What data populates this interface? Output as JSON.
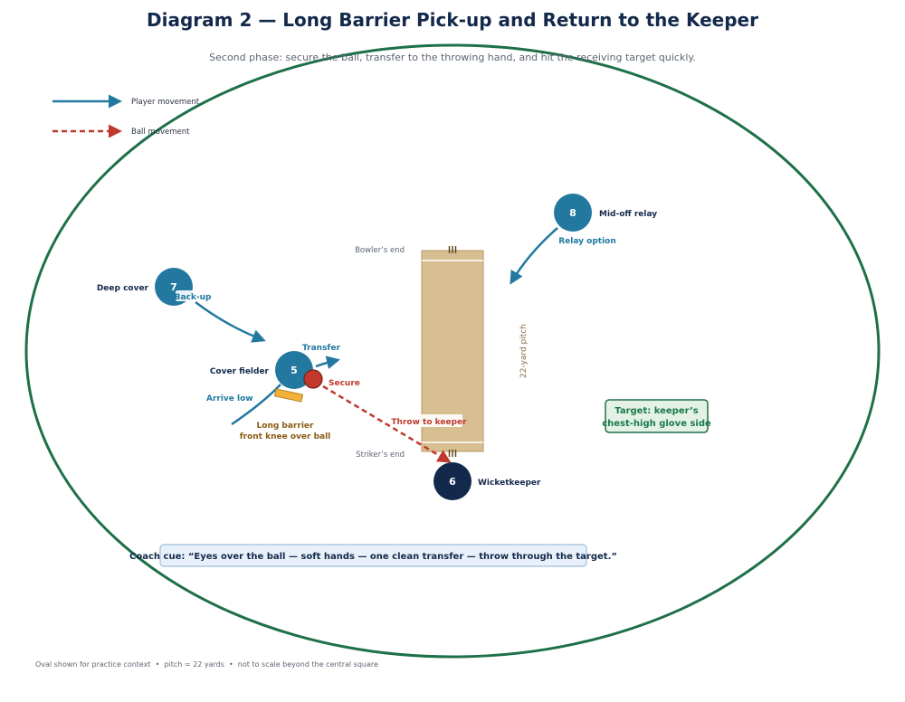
{
  "title": "Diagram 2 — Long Barrier Pick-up and Return to the Keeper",
  "subtitle": "Second phase: secure the ball, transfer to the throwing hand, and hit the receiving target quickly.",
  "legend": {
    "player_movement": "Player movement",
    "ball_movement": "Ball movement"
  },
  "pitch": {
    "bowlers_end": "Bowler’s end",
    "strikers_end": "Striker’s end",
    "length_label": "22-yard pitch"
  },
  "players": {
    "deep_cover": {
      "number": "7",
      "name": "Deep cover",
      "action": "Back-up"
    },
    "cover_fielder": {
      "number": "5",
      "name": "Cover fielder",
      "action_arrive": "Arrive low",
      "action_transfer": "Transfer",
      "action_secure": "Secure"
    },
    "mid_off": {
      "number": "8",
      "name": "Mid-off relay",
      "action": "Relay option"
    },
    "wicketkeeper": {
      "number": "6",
      "name": "Wicketkeeper"
    }
  },
  "long_barrier": {
    "line1": "Long barrier",
    "line2": "front knee over ball"
  },
  "throw_label": "Throw to keeper",
  "target": {
    "line1": "Target: keeper’s",
    "line2": "chest-high glove side"
  },
  "coach_cue": "Coach cue: “Eyes over the ball — soft hands — one clean transfer — throw through the target.”",
  "footnote": "Oval shown for practice context  •  pitch = 22 yards  •  not to scale beyond the central square",
  "colors": {
    "field_boundary": "#1e7048",
    "player": "#22789f",
    "keeper": "#13294b",
    "ball": "#c0392b",
    "pitch": "#d8bf92",
    "barrier": "#f2b23a",
    "target_bg": "#e3f1e7"
  }
}
